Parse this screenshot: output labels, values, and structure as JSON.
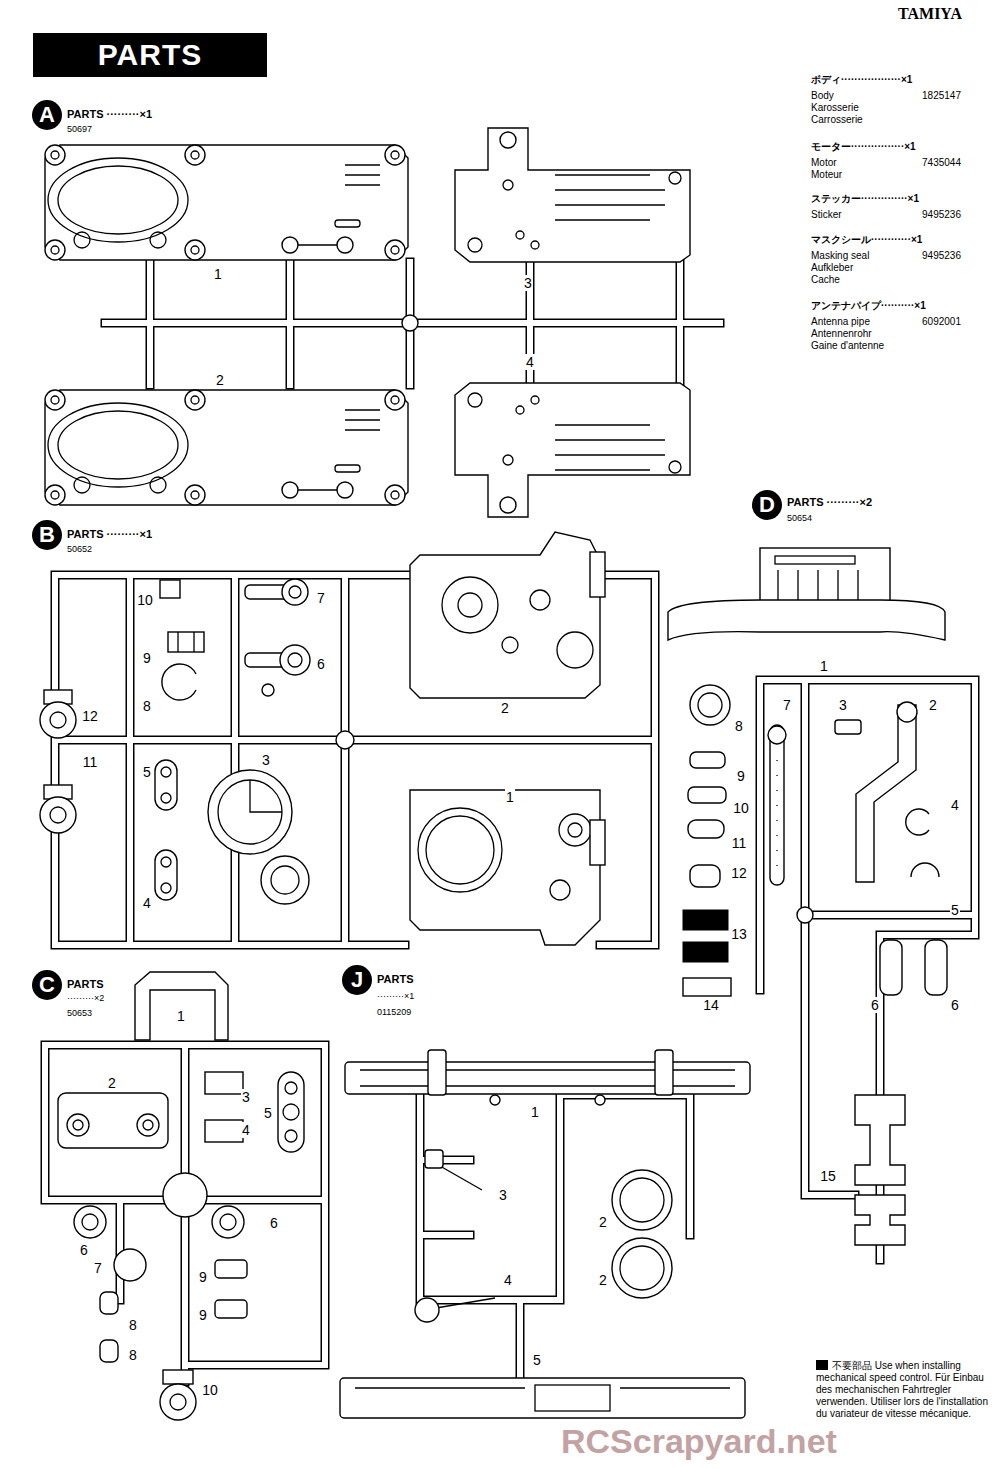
{
  "diagram": {
    "title": "PARTS",
    "nodes": [
      {
        "text": [
          "A"
        ]
      },
      {
        "text": [
          "D"
        ]
      },
      {
        "text": [
          "B"
        ]
      },
      {
        "text": [
          "C"
        ]
      },
      {
        "text": [
          "J"
        ]
      }
    ],
    "labels": [
      "TAMIYA",
      "PARTS ·········×1",
      "50697",
      "1",
      "2",
      "3",
      "4",
      "PARTS ·········×1",
      "50652",
      "10",
      "7",
      "9",
      "6",
      "8",
      "12",
      "2",
      "11",
      "5",
      "3",
      "1",
      "4",
      "PARTS ·········×2",
      "50654",
      "1",
      "7",
      "3",
      "2",
      "8",
      "9",
      "10",
      "4",
      "11",
      "12",
      "5",
      "13",
      "14",
      "6",
      "6",
      "15",
      "PARTS",
      "·········×2",
      "50653",
      "1",
      "2",
      "3",
      "5",
      "4",
      "6",
      "6",
      "7",
      "9",
      "9",
      "8",
      "8",
      "10",
      "PARTS",
      "·········×1",
      "0115209",
      "1",
      "3",
      "2",
      "4",
      "2",
      "5",
      "ボディ··················×1",
      "Body",
      "1825147",
      "Karosserie",
      "Carrosserie",
      "モーター················×1",
      "Motor",
      "7435044",
      "Moteur",
      "ステッカー··············×1",
      "Sticker",
      "9495236",
      "マスクシール············×1",
      "Masking seal",
      "9495236",
      "Aufkleber",
      "Cache",
      "アンテナパイプ··········×1",
      "Antenna pipe",
      "6092001",
      "Antennenrohr",
      "Gaine d'antenne",
      "RCScrapyard.net"
    ],
    "legend": [
      {
        "text": "不要部品 Use when installing mechanical speed control. Für Einbau des mechanischen Fahrtregler verwenden. Utiliser lors de l'installation du variateur de vitesse mécanique.",
        "color": "#000000"
      }
    ]
  }
}
